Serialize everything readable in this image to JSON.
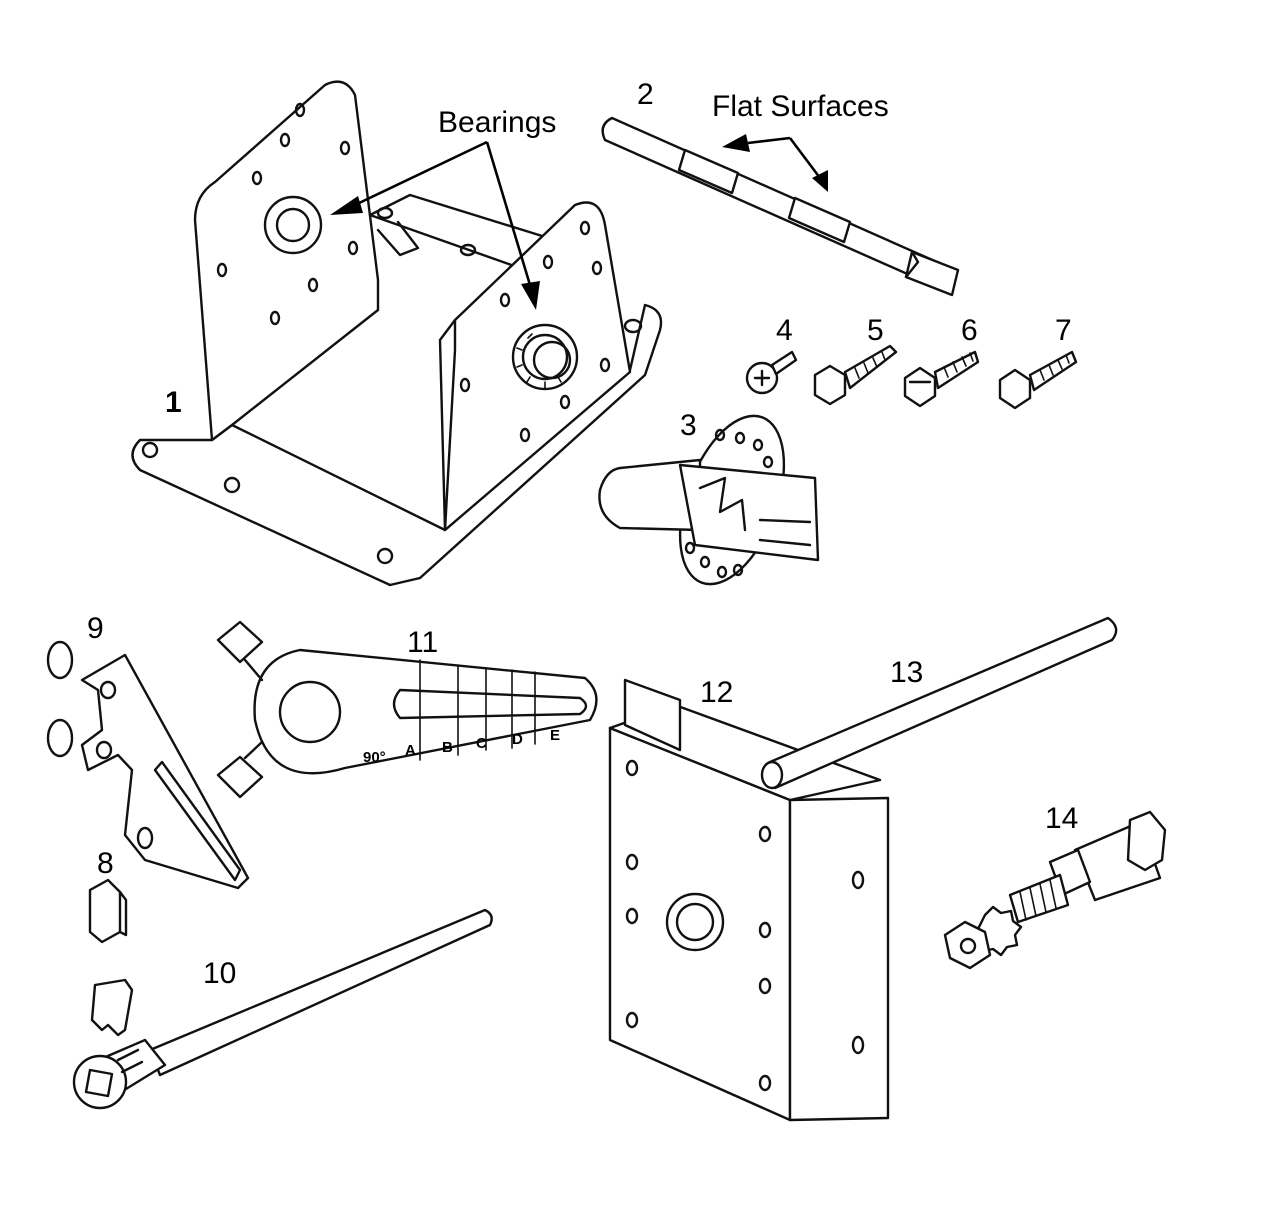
{
  "callouts": {
    "bearings": "Bearings",
    "flat_surfaces": "Flat Surfaces"
  },
  "parts": [
    {
      "id": "1"
    },
    {
      "id": "2"
    },
    {
      "id": "3"
    },
    {
      "id": "4"
    },
    {
      "id": "5"
    },
    {
      "id": "6"
    },
    {
      "id": "7"
    },
    {
      "id": "8"
    },
    {
      "id": "9"
    },
    {
      "id": "10"
    },
    {
      "id": "11"
    },
    {
      "id": "12"
    },
    {
      "id": "13"
    },
    {
      "id": "14"
    }
  ],
  "arm_slots": [
    "90°",
    "A",
    "B",
    "C",
    "D",
    "E"
  ]
}
